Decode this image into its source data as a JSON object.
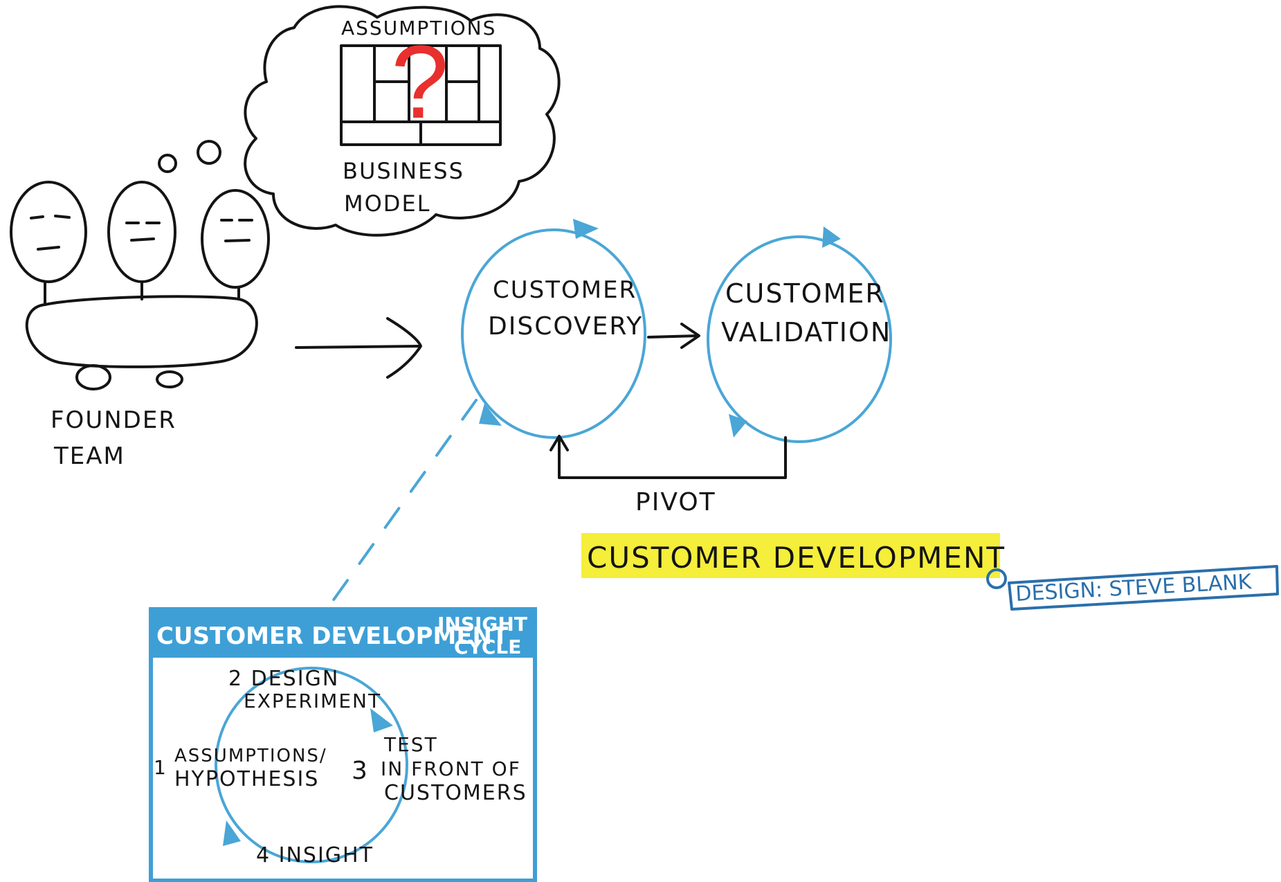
{
  "cloud": {
    "top_label": "ASSUMPTIONS",
    "bottom_label_line1": "BUSINESS",
    "bottom_label_line2": "MODEL",
    "question_mark": "?"
  },
  "founder": {
    "label_line1": "FOUNDER",
    "label_line2": "TEAM"
  },
  "stages": {
    "discovery_line1": "CUSTOMER",
    "discovery_line2": "DISCOVERY",
    "validation_line1": "CUSTOMER",
    "validation_line2": "VALIDATION",
    "pivot": "PIVOT"
  },
  "highlight": {
    "title": "CUSTOMER DEVELOPMENT",
    "credit": "DESIGN: STEVE BLANK"
  },
  "insight_cycle": {
    "header_main": "CUSTOMER DEVELOPMENT",
    "header_small_line1": "INSIGHT",
    "header_small_line2": "CYCLE",
    "step1_number": "1",
    "step1_line1": "ASSUMPTIONS/",
    "step1_line2": "HYPOTHESIS",
    "step2_line1": "2 DESIGN",
    "step2_line2": "EXPERIMENT",
    "step3_number": "3",
    "step3_line1": "TEST",
    "step3_line2": "IN FRONT OF",
    "step3_line3": "CUSTOMERS",
    "step4": "4 INSIGHT"
  },
  "colors": {
    "ink": "#141414",
    "accent_blue": "#4aa6d6",
    "header_blue": "#3e9fd6",
    "highlight_yellow": "#f5ee3a",
    "credit_blue": "#2a6fab",
    "question_red": "#e8302e"
  }
}
